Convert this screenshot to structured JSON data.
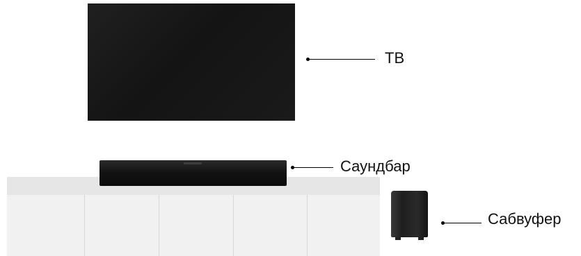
{
  "labels": {
    "tv": "ТВ",
    "soundbar": "Саундбар",
    "subwoofer": "Сабвуфер"
  },
  "icons": {
    "tv": "tv-icon",
    "soundbar": "soundbar-icon",
    "subwoofer": "subwoofer-icon"
  },
  "colors": {
    "device_body": "#141414",
    "furniture": "#eeeeee",
    "leader_line": "#000000"
  }
}
